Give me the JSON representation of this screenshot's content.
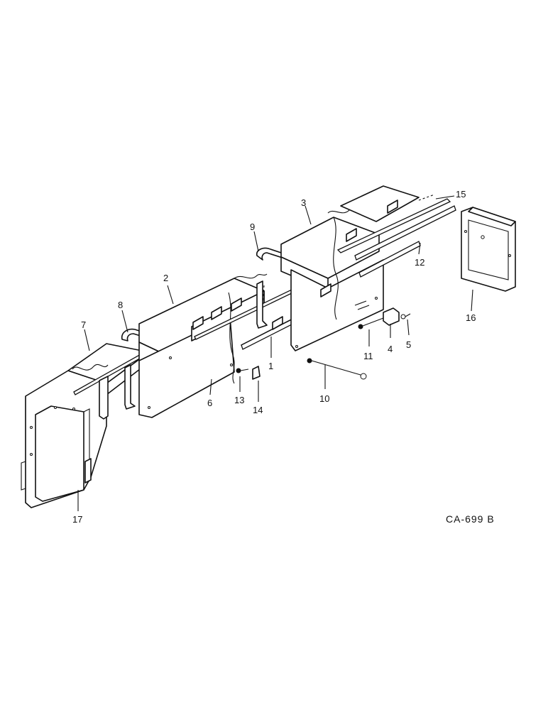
{
  "diagram": {
    "drawing_code": "CA-699 B",
    "callouts": [
      "1",
      "2",
      "3",
      "4",
      "5",
      "6",
      "7",
      "8",
      "9",
      "10",
      "11",
      "12",
      "13",
      "14",
      "15",
      "16",
      "17"
    ]
  }
}
